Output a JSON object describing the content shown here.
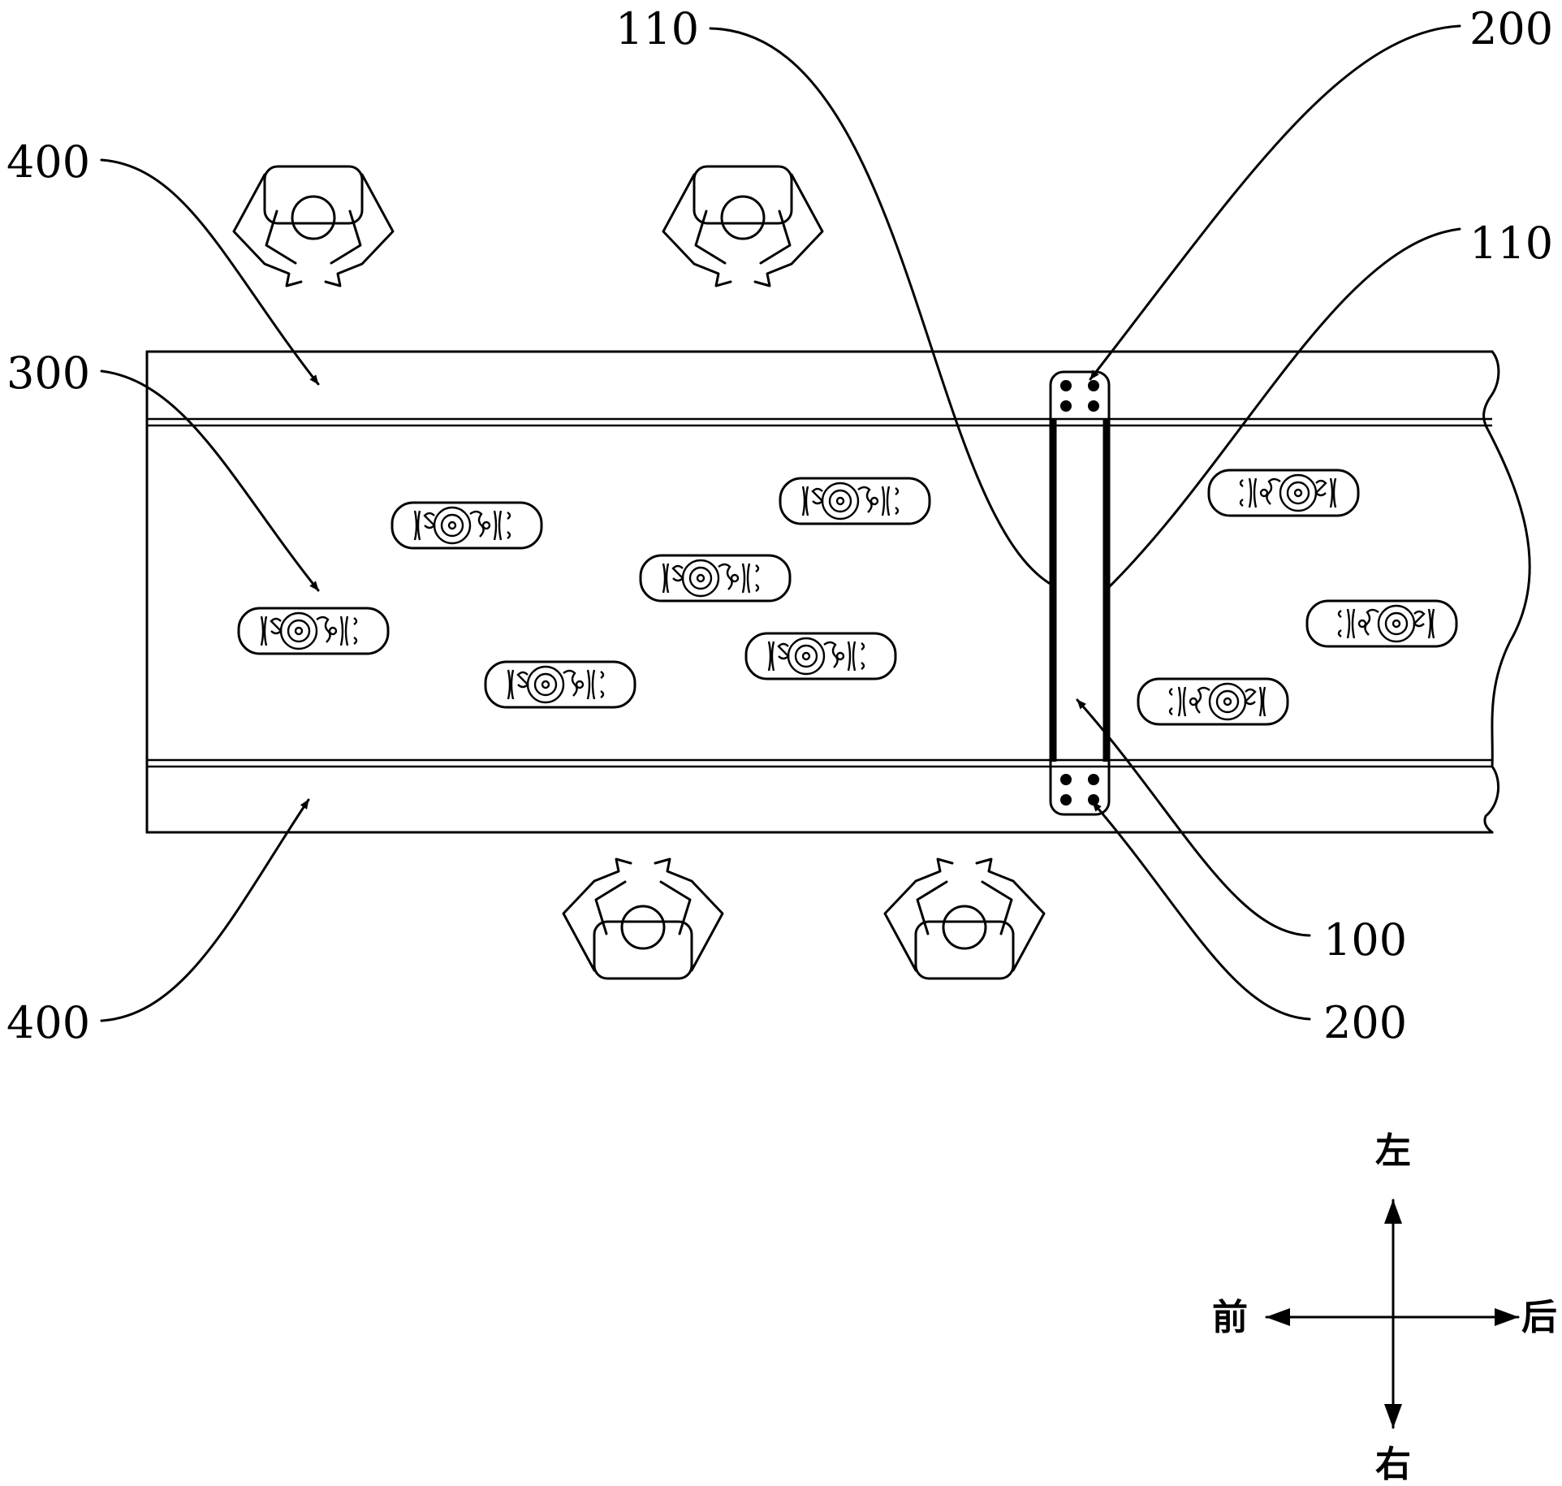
{
  "labels": {
    "conveyor_side_top": "400",
    "conveyor_side_bottom": "400",
    "workpiece": "300",
    "frame_top": "110",
    "frame_right": "110",
    "clamp_top": "200",
    "clamp_bottom": "200",
    "detector": "100"
  },
  "directions": {
    "up": "左",
    "down": "右",
    "left": "前",
    "right": "后"
  }
}
